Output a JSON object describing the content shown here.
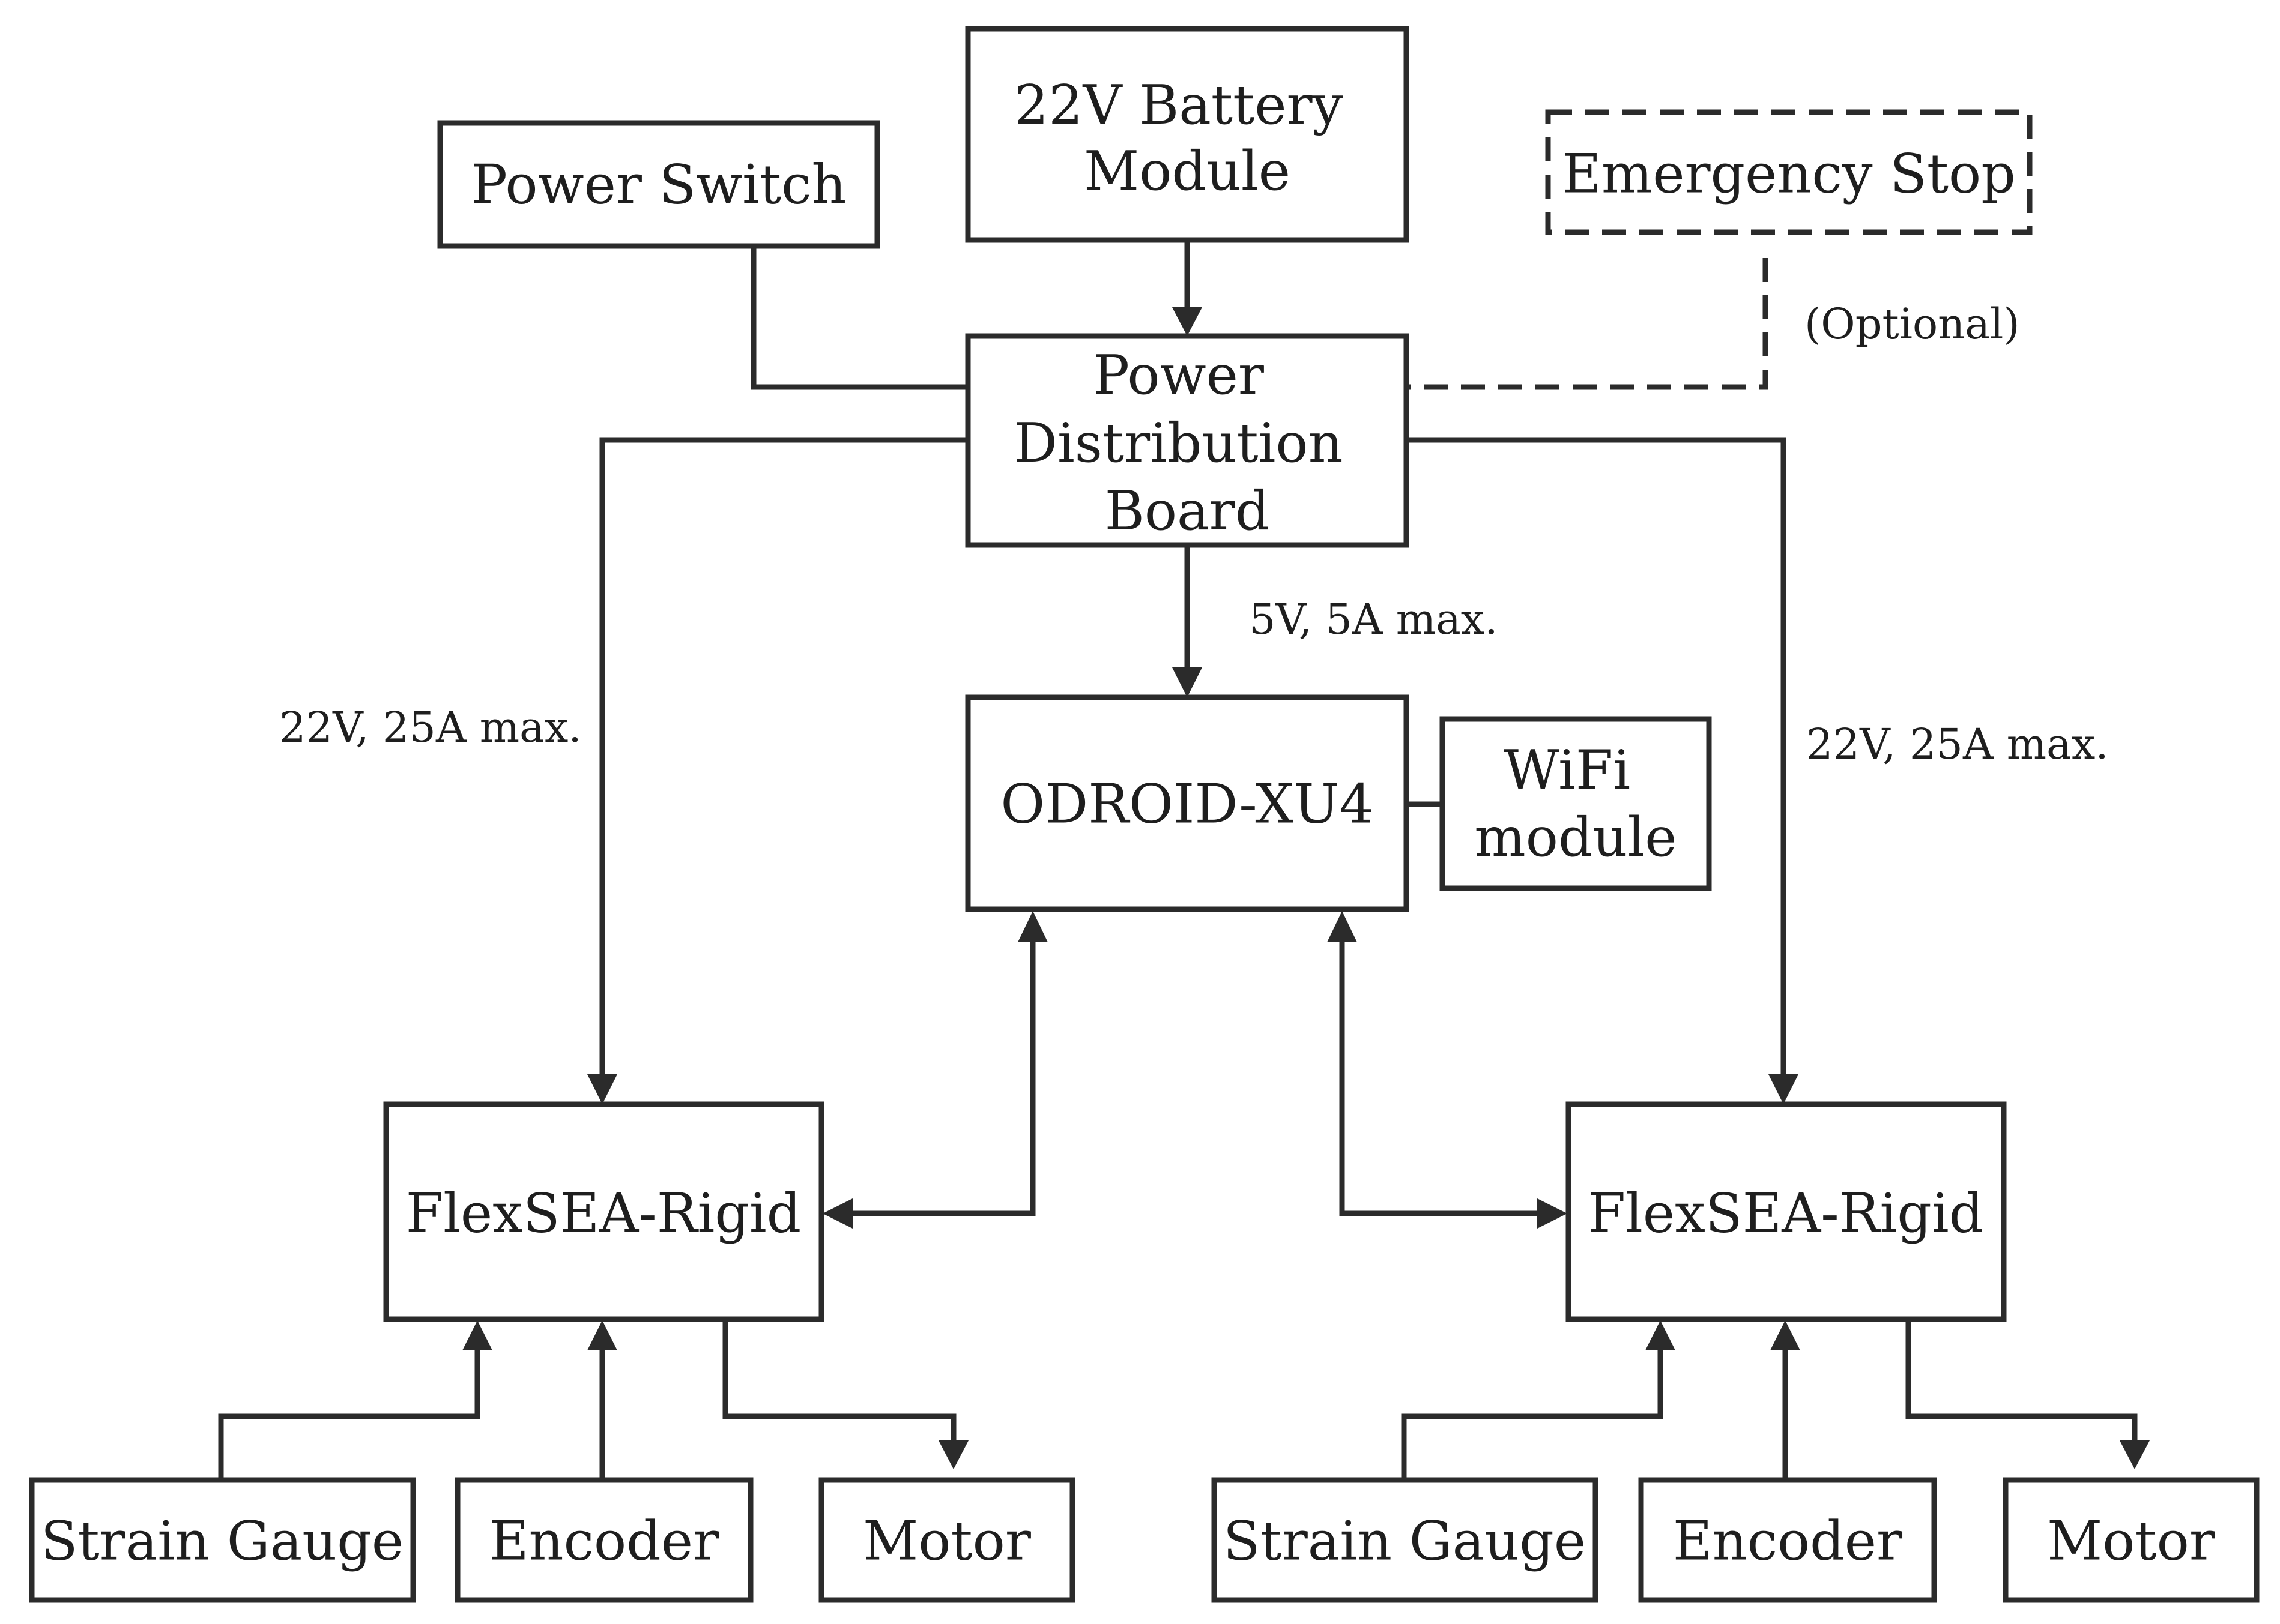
{
  "nodes": {
    "battery": [
      "22V Battery",
      "Module"
    ],
    "power_switch": "Power Switch",
    "emergency_stop": "Emergency Stop",
    "pdb": [
      "Power",
      "Distribution",
      "Board"
    ],
    "odroid": "ODROID-XU4",
    "wifi": [
      "WiFi",
      "module"
    ],
    "flexsea_left": "FlexSEA-Rigid",
    "flexsea_right": "FlexSEA-Rigid",
    "strain_left": "Strain Gauge",
    "encoder_left": "Encoder",
    "motor_left": "Motor",
    "strain_right": "Strain Gauge",
    "encoder_right": "Encoder",
    "motor_right": "Motor"
  },
  "annotations": {
    "optional": "(Optional)",
    "odroid_supply": "5V, 5A max.",
    "left_supply": "22V, 25A max.",
    "right_supply": "22V, 25A max."
  },
  "colors": {
    "line": "#2b2b2b",
    "text": "#1e1e1e",
    "background": "#ffffff"
  }
}
